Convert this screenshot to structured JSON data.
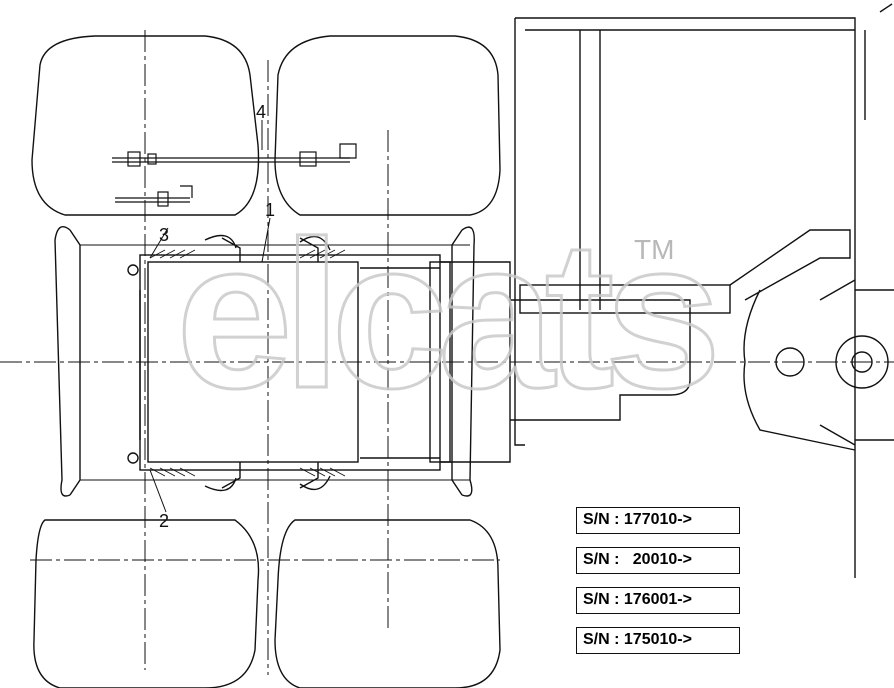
{
  "callouts": [
    {
      "id": "1",
      "text": "1"
    },
    {
      "id": "2",
      "text": "2"
    },
    {
      "id": "3",
      "text": "3"
    },
    {
      "id": "4",
      "text": "4"
    }
  ],
  "watermark": {
    "text": "elcats",
    "trademark": "TM"
  },
  "serial_numbers": [
    "S/N : 177010->",
    "S/N :   20010->",
    "S/N : 176001->",
    "S/N : 175010->"
  ],
  "colors": {
    "line": "#111111",
    "watermark": "#c9c9c9",
    "background": "#ffffff"
  }
}
